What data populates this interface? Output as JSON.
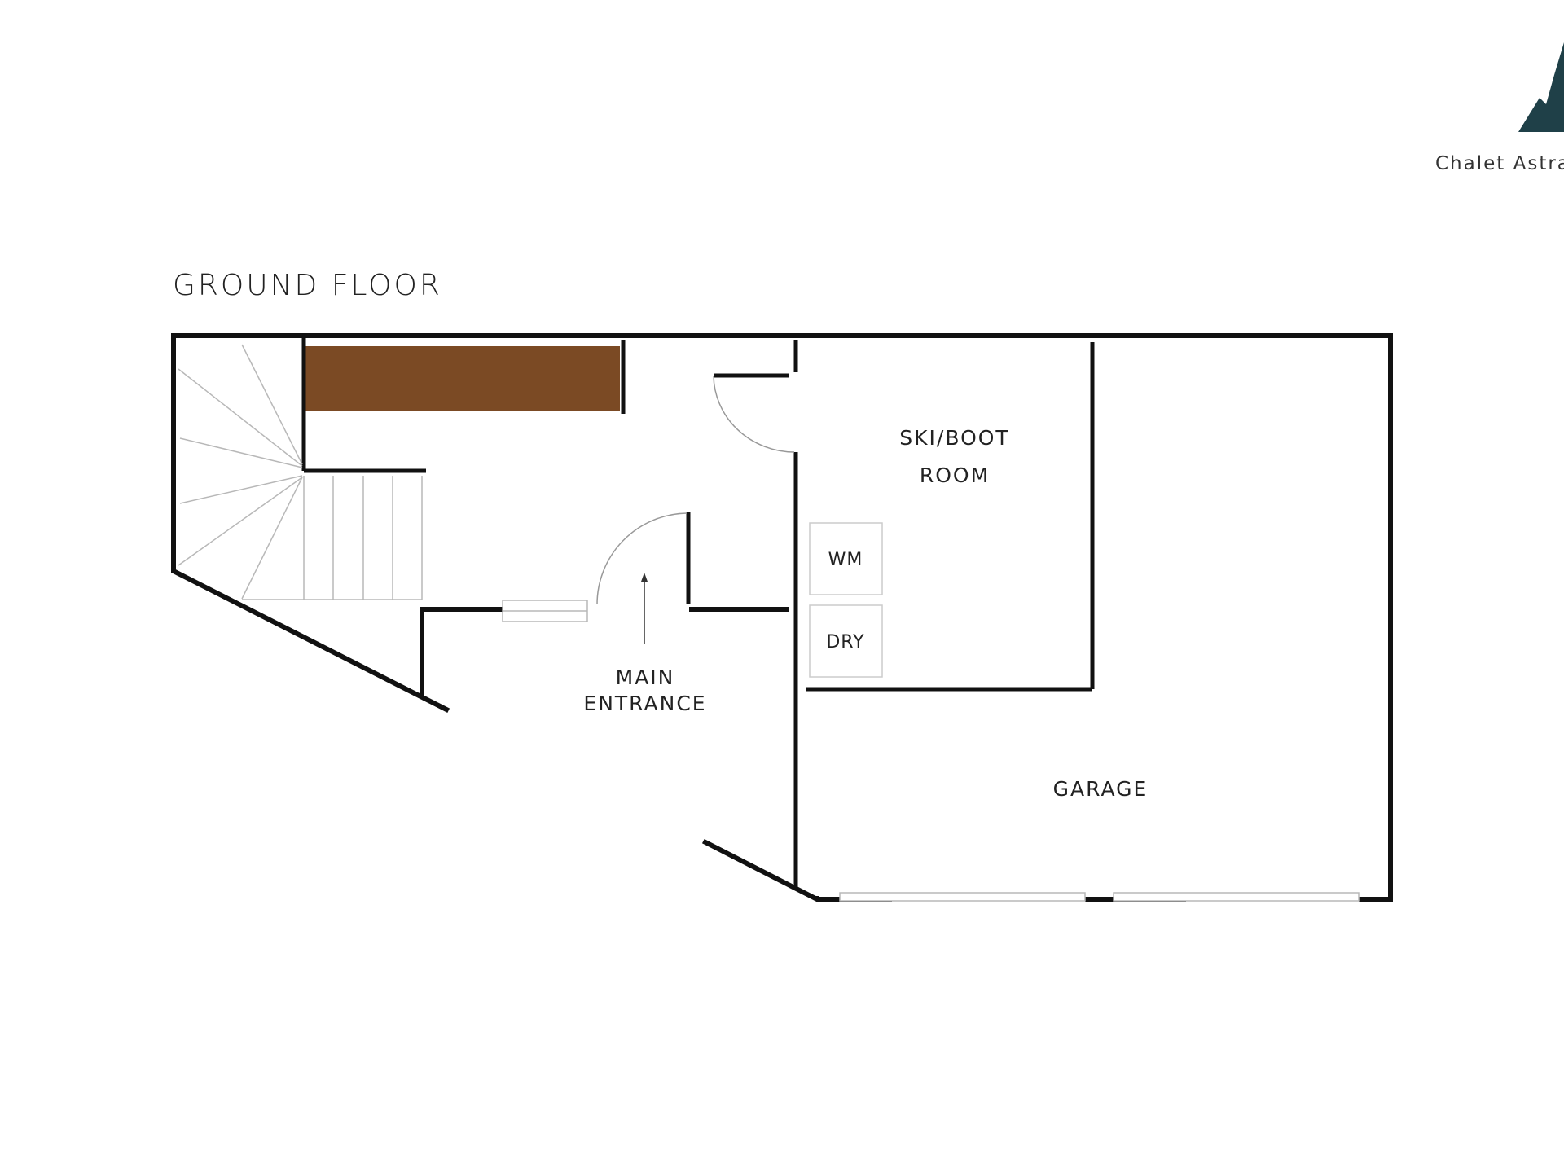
{
  "header": {
    "floor_title": "GROUND FLOOR"
  },
  "brand": {
    "name": "Chalet Astra",
    "logo_icon": "mountain-peak-logo",
    "logo_color": "#1f4048"
  },
  "rooms": {
    "ski_boot_line1": "SKI/BOOT",
    "ski_boot_line2": "ROOM",
    "garage": "GARAGE",
    "entrance_line1": "MAIN",
    "entrance_line2": "ENTRANCE"
  },
  "appliances": {
    "washing_machine": "WM",
    "dryer": "DRY"
  },
  "colors": {
    "walls": "#111111",
    "cabinet": "#7b4a24",
    "fixtures": "#b8b8b8"
  }
}
